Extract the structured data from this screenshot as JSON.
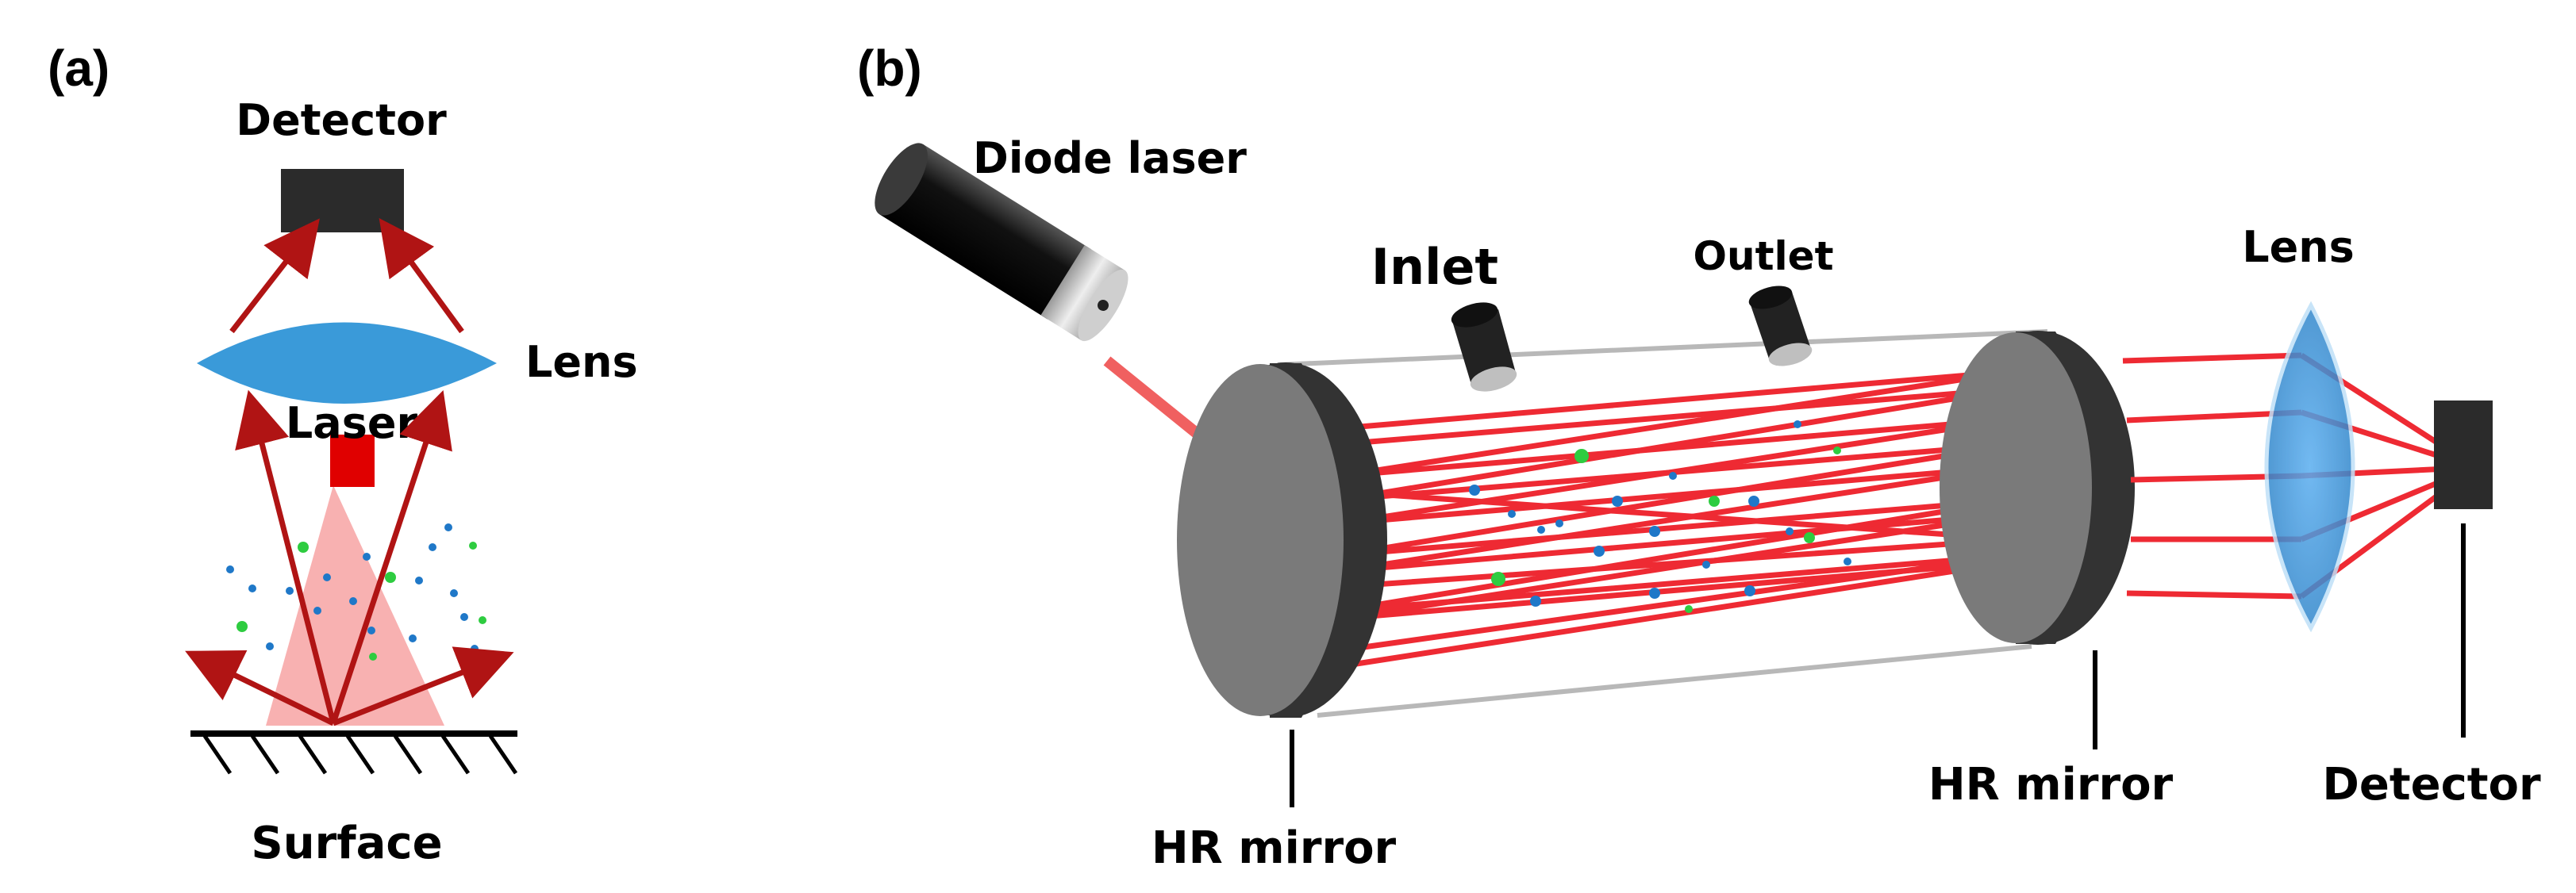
{
  "panel_a": {
    "tag": "(a)",
    "detector_label": "Detector",
    "lens_label": "Lens",
    "laser_label": "Laser",
    "surface_label": "Surface"
  },
  "panel_b": {
    "tag": "(b)",
    "diode_laser_label": "Diode laser",
    "inlet_label": "Inlet",
    "outlet_label": "Outlet",
    "lens_label": "Lens",
    "hr_mirror_left_label": "HR mirror",
    "hr_mirror_right_label": "HR mirror",
    "detector_label": "Detector"
  },
  "colors": {
    "beam": "#ee2a33",
    "arrow": "#b01414",
    "lens": "#3a9ad9",
    "laser_block": "#e00000",
    "cone": "#f7a3a3",
    "particle_blue": "#1f78c8",
    "particle_green": "#2ecc40",
    "mirror_face": "#7a7a7a",
    "mirror_edge": "#333333",
    "detector": "#2b2b2b"
  }
}
